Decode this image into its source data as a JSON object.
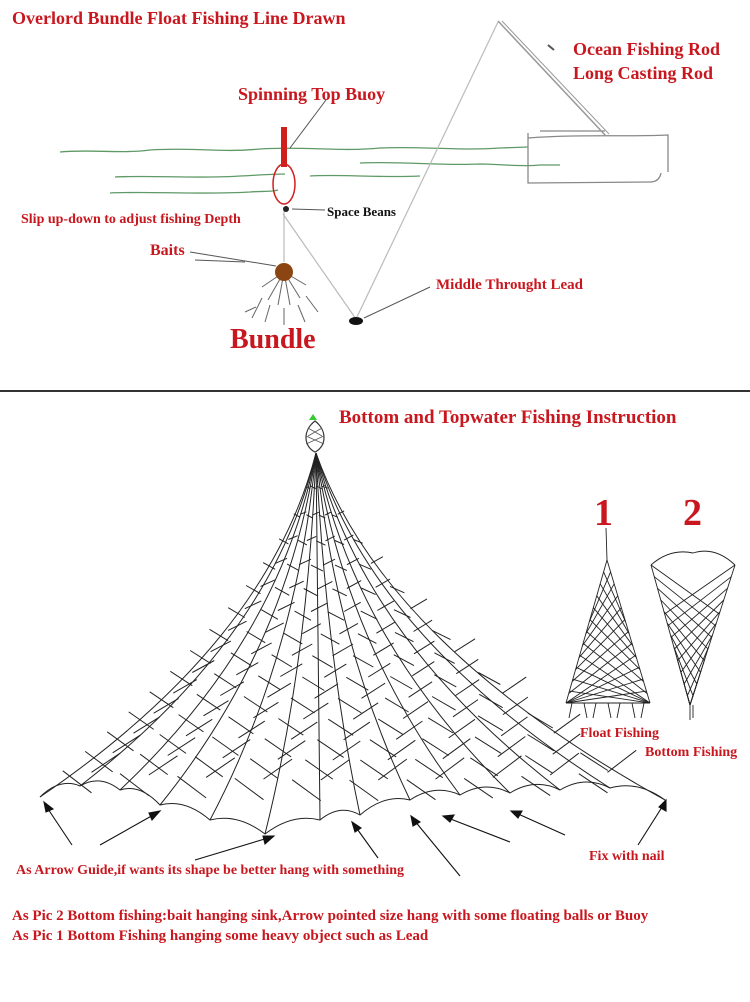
{
  "top_title": "Overlord Bundle Float Fishing Line Drawn",
  "rod_label_1": "Ocean Fishing Rod",
  "rod_label_2": "Long Casting Rod",
  "buoy_label": "Spinning Top Buoy",
  "slip_label": "Slip up-down to adjust fishing Depth",
  "beans_label": "Space Beans",
  "baits_label": "Baits",
  "lead_label": "Middle Throught Lead",
  "bundle_label": "Bundle",
  "bottom_title": "Bottom and Topwater Fishing Instruction",
  "pic1_number": "1",
  "pic2_number": "2",
  "pic1_caption": "Float Fishing",
  "pic2_caption": "Bottom Fishing",
  "arrow_label": "As Arrow Guide,if wants its shape be better hang with something",
  "nail_label": "Fix with nail",
  "note_1": "As Pic 2 Bottom fishing:bait hanging sink,Arrow pointed size hang with some floating balls or Buoy",
  "note_2": "As Pic 1 Bottom Fishing hanging some heavy object such as Lead",
  "colors": {
    "label_red": "#c8171e",
    "water_green": "#5f9a66",
    "buoy_red": "#d0201e",
    "bait_brown": "#8b4513",
    "tip_green": "#33cc33"
  }
}
